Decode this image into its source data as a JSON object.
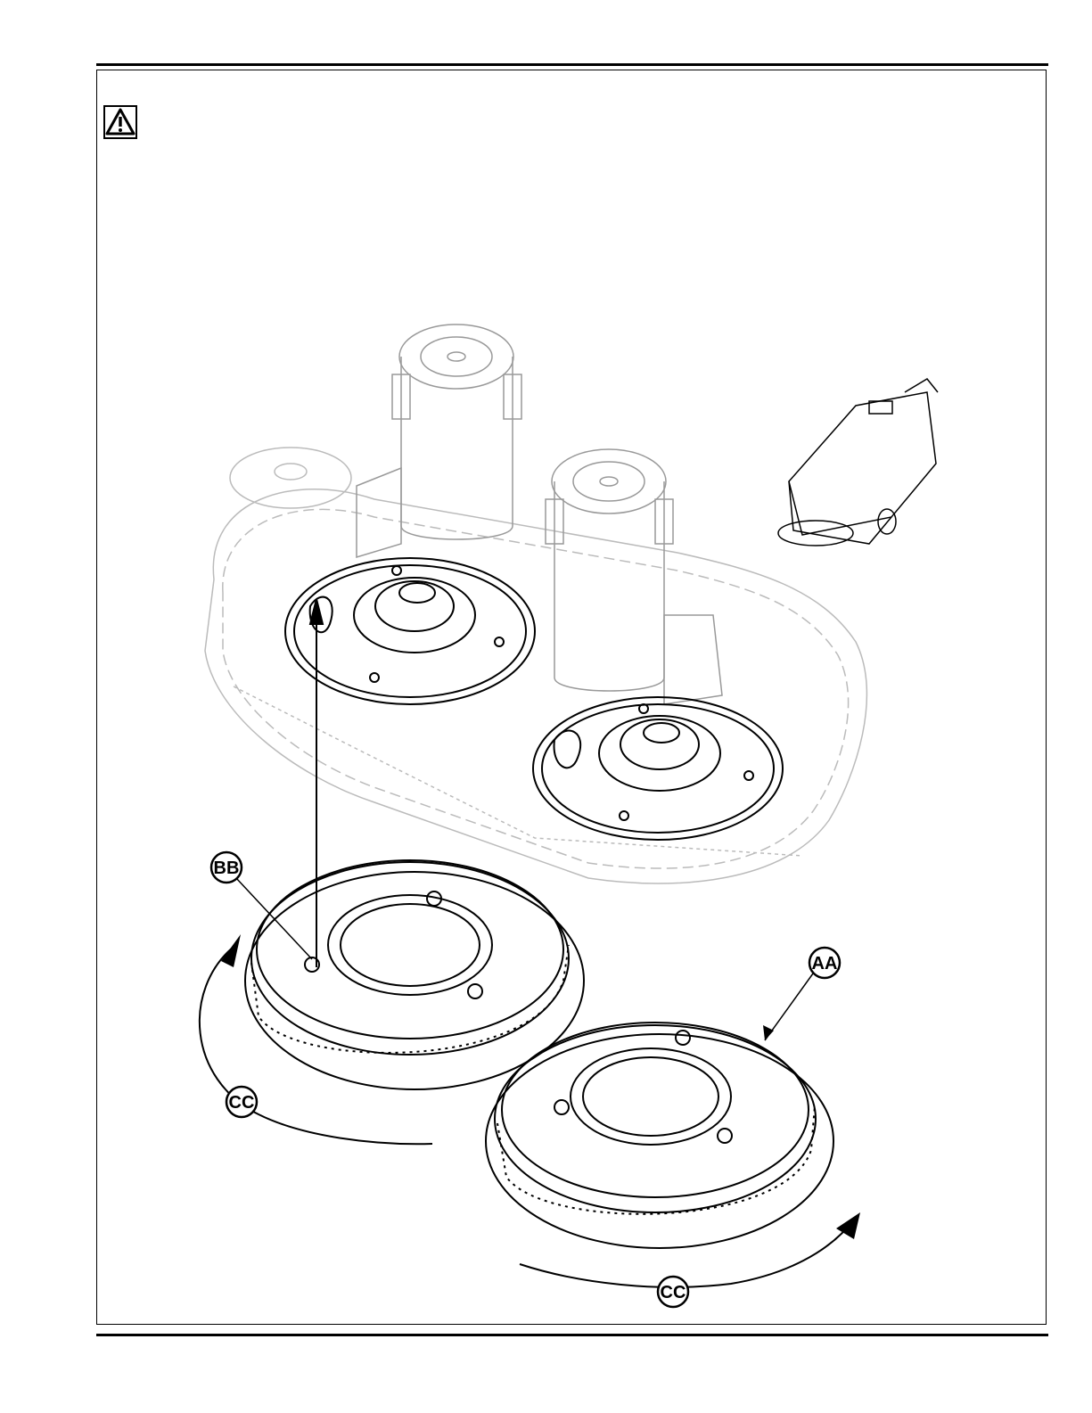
{
  "page": {
    "warning_icon": "warning-triangle-icon"
  },
  "figure": {
    "callouts": {
      "bb": "BB",
      "aa": "AA",
      "cc_left": "CC",
      "cc_bottom": "CC"
    }
  }
}
